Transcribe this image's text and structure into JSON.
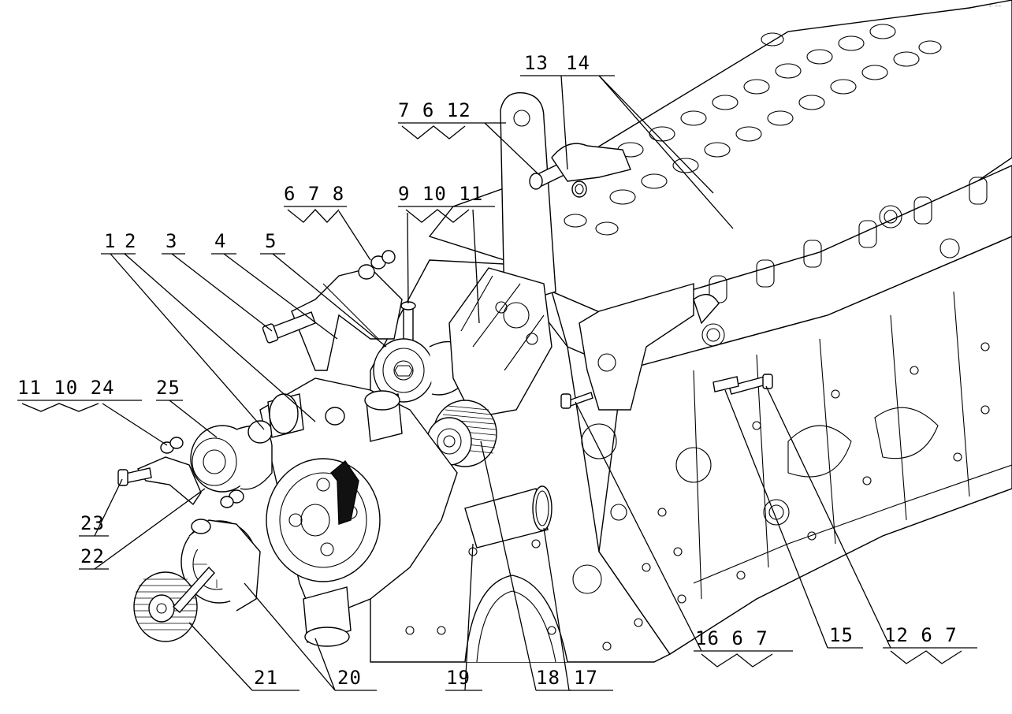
{
  "diagram": {
    "corner_mark": "x° ∞∞",
    "callouts": [
      {
        "id": "c-13",
        "text": "13"
      },
      {
        "id": "c-14",
        "text": "14"
      },
      {
        "id": "c-7-6-12",
        "text": "7 6 12"
      },
      {
        "id": "c-6-7-8",
        "text": "6 7 8"
      },
      {
        "id": "c-9-10-11",
        "text": "9 10 11"
      },
      {
        "id": "c-1",
        "text": "1"
      },
      {
        "id": "c-2",
        "text": "2"
      },
      {
        "id": "c-3",
        "text": "3"
      },
      {
        "id": "c-4",
        "text": "4"
      },
      {
        "id": "c-5",
        "text": "5"
      },
      {
        "id": "c-11-10-24",
        "text": "11 10 24"
      },
      {
        "id": "c-25",
        "text": "25"
      },
      {
        "id": "c-23",
        "text": "23"
      },
      {
        "id": "c-22",
        "text": "22"
      },
      {
        "id": "c-21",
        "text": "21"
      },
      {
        "id": "c-20",
        "text": "20"
      },
      {
        "id": "c-19",
        "text": "19"
      },
      {
        "id": "c-18",
        "text": "18"
      },
      {
        "id": "c-17",
        "text": "17"
      },
      {
        "id": "c-16-6-7",
        "text": "16 6 7"
      },
      {
        "id": "c-15",
        "text": "15"
      },
      {
        "id": "c-12-6-7",
        "text": "12 6 7"
      }
    ]
  }
}
